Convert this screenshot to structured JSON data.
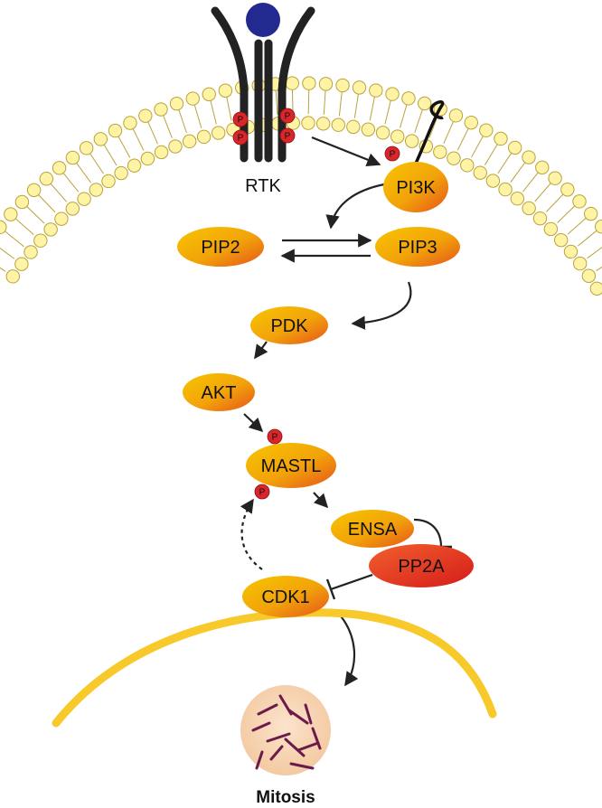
{
  "labels": {
    "rtk": "RTK",
    "pi3k": "PI3K",
    "pip2": "PIP2",
    "pip3": "PIP3",
    "pdk": "PDK",
    "akt": "AKT",
    "mastl": "MASTL",
    "ensa": "ENSA",
    "pp2a": "PP2A",
    "cdk1": "CDK1",
    "mitosis": "Mitosis",
    "phospho": "P"
  },
  "colors": {
    "node_gradient_start": "#f5c400",
    "node_gradient_end": "#e5541a",
    "pp2a_gradient_start": "#f04a2a",
    "pp2a_gradient_end": "#d81e1e",
    "phospho": "#d8262b",
    "lipid_head": "#fff3a6",
    "lipid_stroke": "#b9a23a",
    "receptor": "#222222",
    "ligand": "#232a8f",
    "nuclear_envelope": "#f7c92a",
    "chromatin": "#6c1a4c",
    "nucleus_fill": "#f8d9b8",
    "arrow": "#222222"
  }
}
